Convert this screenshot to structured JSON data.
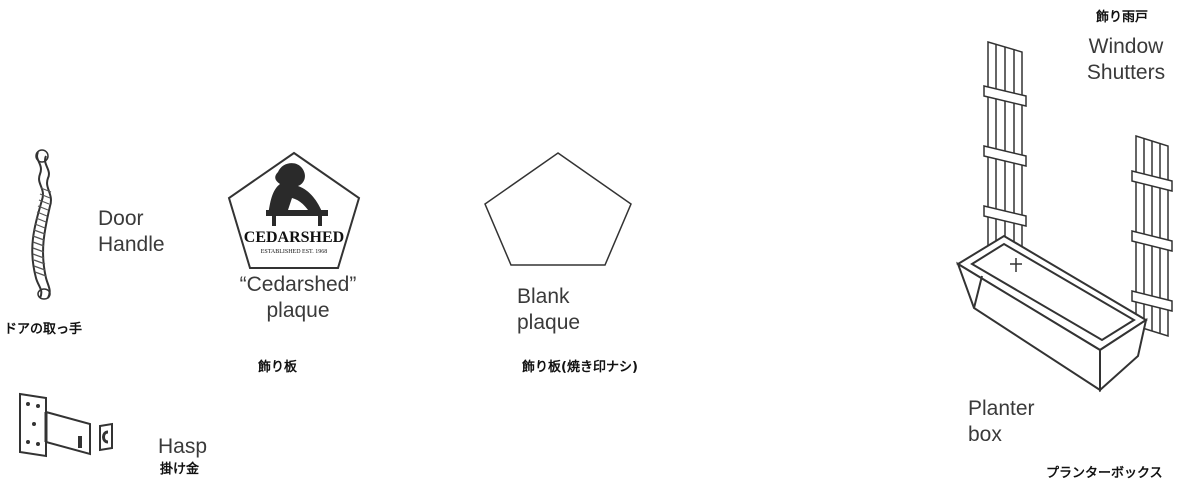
{
  "items": {
    "door_handle": {
      "label_en": "Door\nHandle",
      "label_jp": "ドアの取っ手",
      "icon": "door-handle-icon"
    },
    "cedarshed_plaque": {
      "label_en": "“Cedarshed”\nplaque",
      "label_jp": "飾り板",
      "logo_text": "CEDARSHED",
      "logo_subtext": "ESTABLISHED EST. 1968",
      "icon": "cedarshed-plaque-icon"
    },
    "blank_plaque": {
      "label_en": "Blank\nplaque",
      "label_jp": "飾り板(焼き印ナシ)",
      "icon": "pentagon-icon"
    },
    "hasp": {
      "label_en": "Hasp",
      "label_jp": "掛け金",
      "icon": "hasp-icon"
    },
    "window_shutters": {
      "label_en": "Window\nShutters",
      "label_jp": "飾り雨戸",
      "icon": "window-shutters-icon"
    },
    "planter_box": {
      "label_en": "Planter\nbox",
      "label_jp": "プランターボックス",
      "icon": "planter-box-icon"
    }
  },
  "colors": {
    "line": "#333333",
    "text": "#3a3a3a"
  }
}
